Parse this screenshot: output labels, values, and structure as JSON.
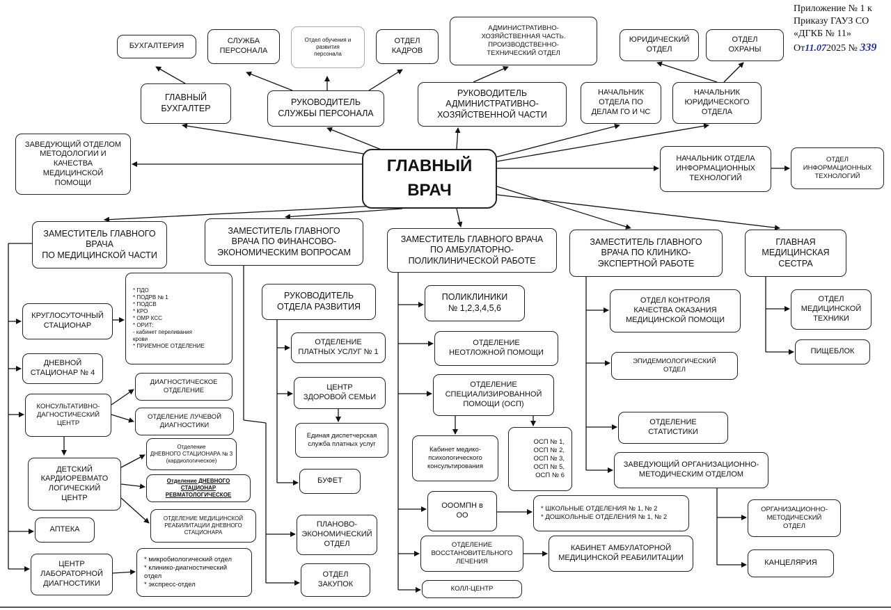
{
  "header": {
    "line1": "Приложение № 1 к",
    "line2": "Приказу ГАУЗ СО",
    "line3": "«ДГКБ № 11»",
    "line4_prefix": "От",
    "line4_date": "11.07",
    "line4_mid": "2025 №",
    "line4_number": "339"
  },
  "nodes": {
    "glavvrach": "ГЛАВНЫЙ\nВРАЧ",
    "buh": "БУХГАЛТЕРИЯ",
    "sluzhba_pers": "СЛУЖБА\nПЕРСОНАЛА",
    "otdel_obuch": "Отдел обучения и\nразвития\nперсонала",
    "otdel_kadrov": "ОТДЕЛ\nКАДРОВ",
    "ahch": "АДМИНИСТРАТИВНО-\nХОЗЯЙСТВЕННАЯ ЧАСТЬ.\nПРОИЗВОДСТВЕННО-\nТЕХНИЧЕСКИЙ ОТДЕЛ",
    "yur_otdel": "ЮРИДИЧЕСКИЙ\nОТДЕЛ",
    "otdel_ohrany": "ОТДЕЛ\nОХРАНЫ",
    "glav_buh": "ГЛАВНЫЙ\nБУХГАЛТЕР",
    "ruk_sluzhby": "РУКОВОДИТЕЛЬ\nСЛУЖБЫ ПЕРСОНАЛА",
    "ruk_ahch": "РУКОВОДИТЕЛЬ\nАДМИНИСТРАТИВНО-\nХОЗЯЙСТВЕННОЙ ЧАСТИ",
    "nach_go": "НАЧАЛЬНИК\nОТДЕЛА ПО\nДЕЛАМ ГО И ЧС",
    "nach_yur": "НАЧАЛЬНИК\nЮРИДИЧЕСКОГО\nОТДЕЛА",
    "zav_metod": "ЗАВЕДУЮЩИЙ ОТДЕЛОМ\nМЕТОДОЛОГИИ И\nКАЧЕСТВА\nМЕДИЦИНСКОЙ\nПОМОЩИ",
    "nach_it": "НАЧАЛЬНИК ОТДЕЛА\nИНФОРМАЦИОННЫХ\nТЕХНОЛОГИЙ",
    "otdel_it": "ОТДЕЛ\nИНФОРМАЦИОННЫХ\nТЕХНОЛОГИЙ",
    "zam_med": "ЗАМЕСТИТЕЛЬ ГЛАВНОГО\nВРАЧА\nПО МЕДИЦИНСКОЙ ЧАСТИ",
    "zam_fin": "ЗАМЕСТИТЕЛЬ ГЛАВНОГО\nВРАЧА ПО ФИНАНСОВО-\nЭКОНОМИЧЕСКИМ ВОПРОСАМ",
    "zam_amb": "ЗАМЕСТИТЕЛЬ ГЛАВНОГО ВРАЧА\nПО АМБУЛАТОРНО-\nПОЛИКЛИНИЧЕСКОЙ РАБОТЕ",
    "zam_kl": "ЗАМЕСТИТЕЛЬ ГЛАВНОГО\nВРАЧА ПО КЛИНИКО-\nЭКСПЕРТНОЙ РАБОТЕ",
    "glav_sestra": "ГЛАВНАЯ\nМЕДИЦИНСКАЯ\nСЕСТРА",
    "kruglosut": "КРУГЛОСУТОЧНЫЙ\nСТАЦИОНАР",
    "kruglosut_list": "* ПДО\n* ПОДРВ № 1\n* ПОДСВ\n* КРО\n* ОМР КСС\n* ОРИТ:\n   - кабинет переливания\n     крови\n* ПРИЕМНОЕ ОТДЕЛЕНИЕ",
    "dnevnoy": "ДНЕВНОЙ\nСТАЦИОНАР № 4",
    "kdc": "КОНСУЛЬТАТИВНО-\nДАГНОСТИЧЕСКИЙ\nЦЕНТР",
    "diag_otd": "ДИАГНОСТИЧЕСКОЕ\nОТДЕЛЕНИЕ",
    "luch_diag": "ОТДЕЛЕНИЕ ЛУЧЕВОЙ\nДИАГНОСТИКИ",
    "dkrc": "ДЕТСКИЙ\nКАРДИОРЕВМАТО\nЛОГИЧЕСКИЙ\nЦЕНТР",
    "otd_dn3": "Отделение\nДНЕВНОГО СТАЦИОНАРА № 3\n(кардиологическое)",
    "otd_revm": "Отделение ДНЕВНОГО СТАЦИОНАР\nРЕВМАТОЛОГИЧЕСКОЕ",
    "otd_reab": "ОТДЕЛЕНИЕ МЕДИЦИНСКОЙ\nРЕАБИЛИТАЦИИ ДНЕВНОГО\nСТАЦИОНАРА",
    "apteka": "АПТЕКА",
    "cld": "ЦЕНТР\nЛАБОРАТОРНОЙ\nДИАГНОСТИКИ",
    "cld_list": "* микробиологический отдел\n* клинико-диагностический\n  отдел\n* экспресс-отдел",
    "ruk_razv": "РУКОВОДИТЕЛЬ\nОТДЕЛА РАЗВИТИЯ",
    "platnye": "ОТДЕЛЕНИЕ\nПЛАТНЫХ УСЛУГ № 1",
    "czs": "ЦЕНТР\nЗДОРОВОЙ СЕМЬИ",
    "edds": "Единая диспетчерская\nслужба платных услуг",
    "bufet": "БУФЕТ",
    "peo": "ПЛАНОВО-\nЭКОНОМИЧЕСКИЙ\nОТДЕЛ",
    "zakupki": "ОТДЕЛ\nЗАКУПОК",
    "polikl": "ПОЛИКЛИНИКИ\n№ 1,2,3,4,5,6",
    "neotl": "ОТДЕЛЕНИЕ\nНЕОТЛОЖНОЙ ПОМОЩИ",
    "osp": "ОТДЕЛЕНИЕ\nСПЕЦИАЛИЗИРОВАННОЙ\nПОМОЩИ (ОСП)",
    "kabinet_mpk": "Кабинет медико-\nпсихологического\nконсультирования",
    "osp_list": "ОСП № 1,\nОСП № 2,\nОСП № 3,\nОСП № 5,\nОСП № 6",
    "ooompn": "ОООМПН в\nОО",
    "shkol": "* ШКОЛЬНЫЕ ОТДЕЛЕНИЯ № 1, № 2\n* ДОШКОЛЬНЫЕ ОТДЕЛЕНИЯ № 1, № 2",
    "vosst": "ОТДЕЛЕНИЕ\nВОССТАНОВИТЕЛЬНОГО\nЛЕЧЕНИЯ",
    "kab_reab": "КАБИНЕТ АМБУЛАТОРНОЙ\nМЕДИЦИНСКОЙ РЕАБИЛИТАЦИИ",
    "koll": "КОЛЛ-ЦЕНТР",
    "okkmp": "ОТДЕЛ КОНТРОЛЯ\nКАЧЕСТВА ОКАЗАНИЯ\nМЕДИЦИНСКОЙ ПОМОЩИ",
    "epid": "ЭПИДЕМИОЛОГИЧЕСКИЙ\nОТДЕЛ",
    "stat": "ОТДЕЛЕНИЕ\nСТАТИСТИКИ",
    "zav_om": "ЗАВЕДУЮЩИЙ ОРГАНИЗАЦИОННО-\nМЕТОДИЧЕСКИМ ОТДЕЛОМ",
    "om_otdel": "ОРГАНИЗАЦИОННО-\nМЕТОДИЧЕСКИЙ\nОТДЕЛ",
    "kanc": "КАНЦЕЛЯРИЯ",
    "med_tech": "ОТДЕЛ\nМЕДИЦИНСКОЙ\nТЕХНИКИ",
    "pishe": "ПИЩЕБЛОК"
  }
}
